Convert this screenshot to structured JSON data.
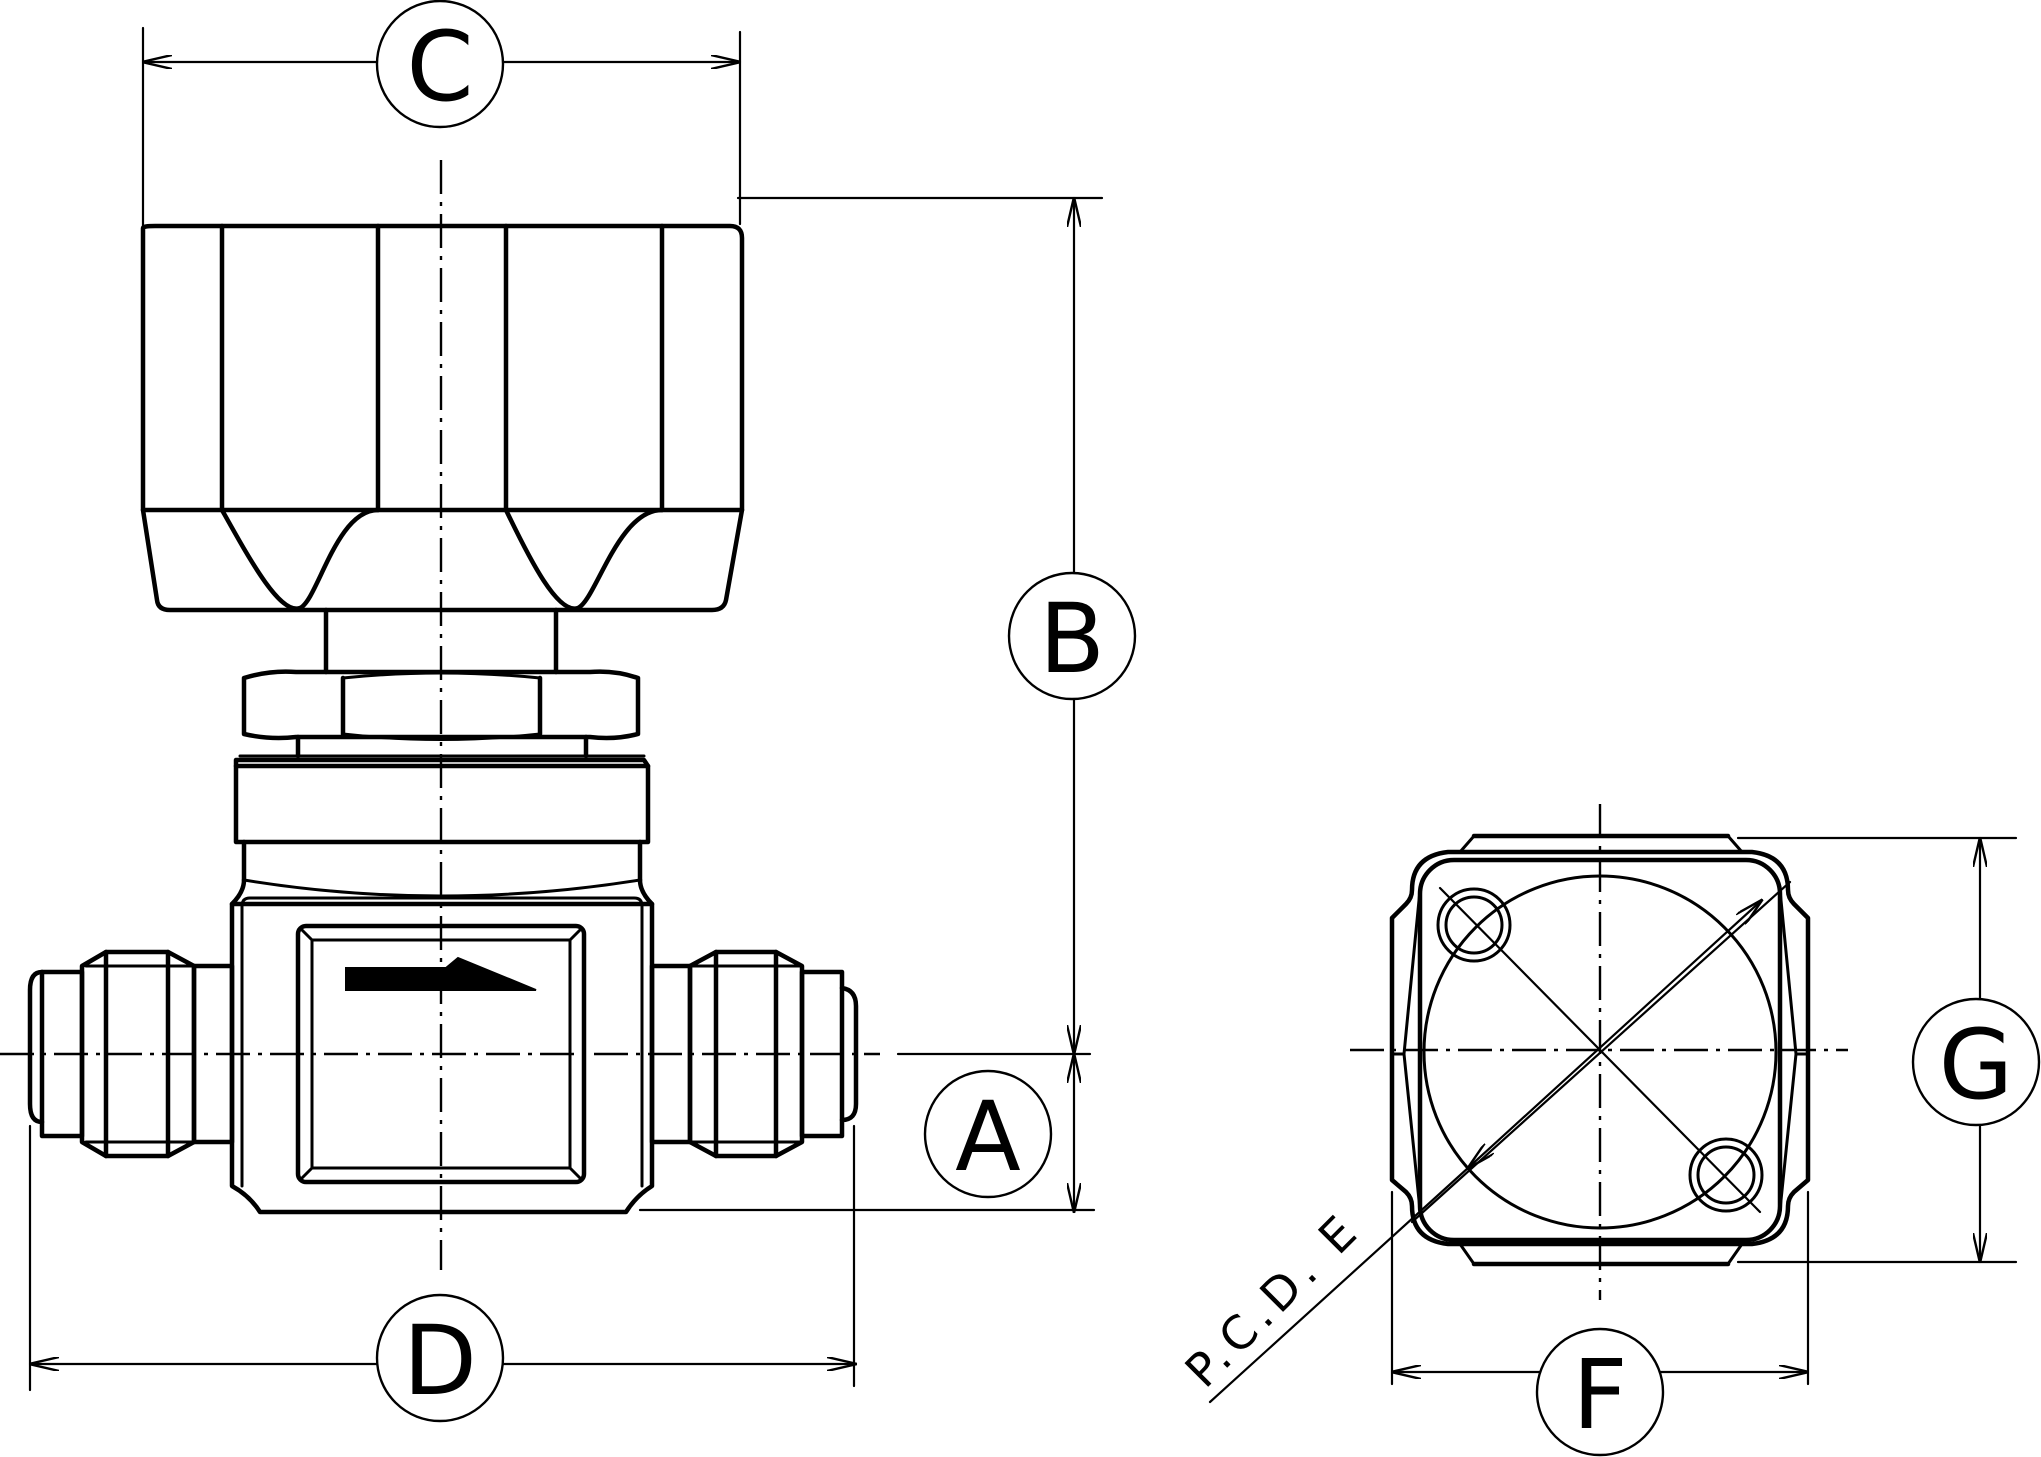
{
  "labels": {
    "a": "A",
    "b": "B",
    "c": "C",
    "d": "D",
    "f": "F",
    "g": "G",
    "pcd": "P.C.D. E"
  },
  "stroke_color": "#000000",
  "background_color": "#ffffff"
}
